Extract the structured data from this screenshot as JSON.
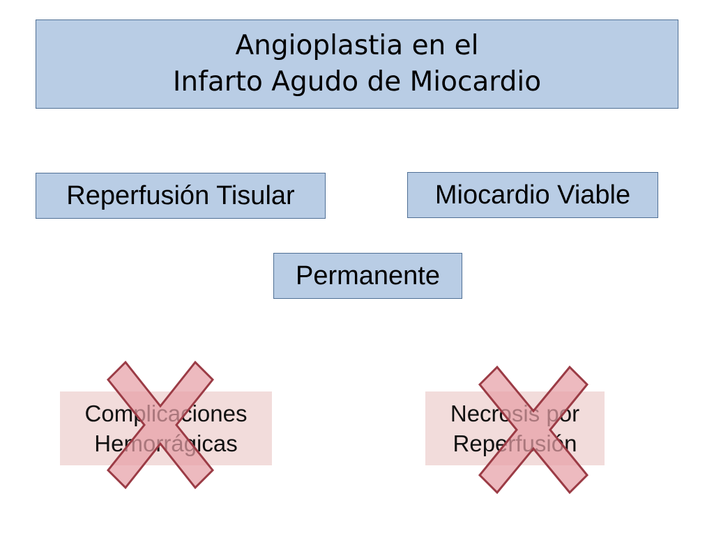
{
  "title": {
    "line1": "Angioplastia en el",
    "line2": "Infarto Agudo de Miocardio"
  },
  "nodes": {
    "reperfusion": "Reperfusión Tisular",
    "viable": "Miocardio Viable",
    "permanente": "Permanente"
  },
  "crossed": {
    "complicaciones": {
      "line1": "Complicaciones",
      "line2": "Hemorrágicas",
      "mark": "x-cross-icon"
    },
    "necrosis": {
      "line1": "Necrosis por",
      "line2": "Reperfusión",
      "mark": "x-cross-icon"
    }
  },
  "colors": {
    "box_fill": "#b9cde5",
    "box_border": "#4f6f95",
    "pink_fill": "#f2dcdb",
    "x_fill": "#e6a0a6",
    "x_stroke": "#9b3b45"
  }
}
